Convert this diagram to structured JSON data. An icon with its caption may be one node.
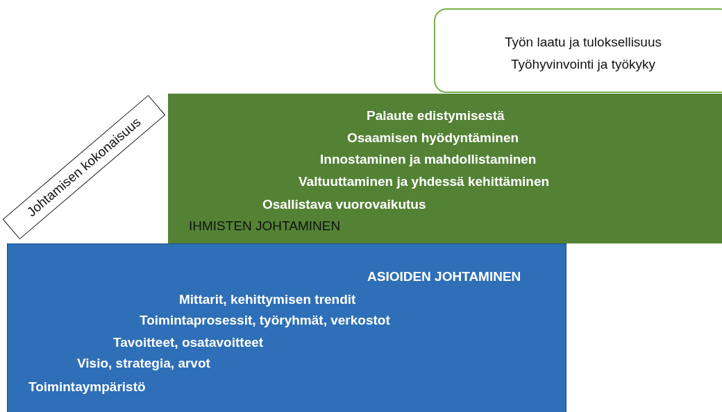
{
  "diagram": {
    "nodes": [
      {
        "text": [
          "Työn laatu ja tuloksellisuus",
          "Työhyvinvointi ja työkyky"
        ]
      },
      {
        "text": [
          "Palaute edistymisestä",
          "Osaamisen hyödyntäminen",
          "Innostaminen ja mahdollistaminen",
          "Valtuuttaminen ja yhdessä kehittäminen",
          "Osallistava vuorovaikutus",
          "IHMISTEN JOHTAMINEN"
        ]
      },
      {
        "text": [
          "Johtamisen kokonaisuus"
        ]
      },
      {
        "text": [
          "ASIOIDEN JOHTAMINEN",
          "Mittarit, kehittymisen trendit",
          "Toimintaprosessit, työryhmät, verkostot",
          "Tavoitteet, osatavoitteet",
          "Visio, strategia, arvot",
          "Toimintaympäristö"
        ]
      }
    ]
  }
}
